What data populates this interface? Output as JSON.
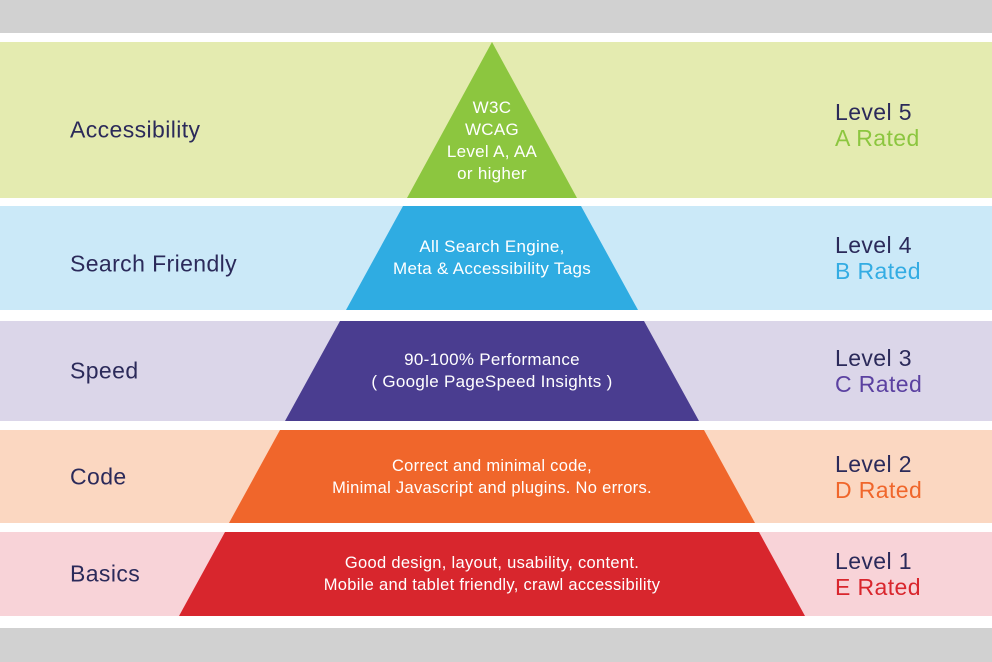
{
  "frame_color": "#d1d1d1",
  "text_color": "#2b2a5a",
  "band_text_color": "#ffffff",
  "rows": [
    {
      "label": "Accessibility",
      "level": "Level 5",
      "rating": "A Rated",
      "band_lines": [
        "W3C",
        "WCAG",
        "Level A, AA",
        "or higher"
      ],
      "colors": {
        "band": "#8cc63f",
        "row_bg": "#e4ebb0",
        "rating": "#8cc63f"
      }
    },
    {
      "label": "Search Friendly",
      "level": "Level 4",
      "rating": "B Rated",
      "band_lines": [
        "All Search Engine,",
        "Meta & Accessibility Tags"
      ],
      "colors": {
        "band": "#2face2",
        "row_bg": "#cbe9f8",
        "rating": "#33ace3"
      }
    },
    {
      "label": "Speed",
      "level": "Level 3",
      "rating": "C Rated",
      "band_lines": [
        "90-100% Performance",
        "( Google PageSpeed Insights )"
      ],
      "colors": {
        "band": "#4a3d90",
        "row_bg": "#dbd6e9",
        "rating": "#5b41a1"
      }
    },
    {
      "label": "Code",
      "level": "Level 2",
      "rating": "D Rated",
      "band_lines": [
        "Correct and minimal code,",
        "Minimal Javascript and plugins. No errors."
      ],
      "colors": {
        "band": "#f0662b",
        "row_bg": "#fbd7c1",
        "rating": "#f0662b"
      }
    },
    {
      "label": "Basics",
      "level": "Level 1",
      "rating": "E Rated",
      "band_lines": [
        "Good design, layout, usability, content.",
        "Mobile and tablet friendly, crawl accessibility"
      ],
      "colors": {
        "band": "#d8262d",
        "row_bg": "#f8d3d8",
        "rating": "#d9262d"
      }
    }
  ]
}
